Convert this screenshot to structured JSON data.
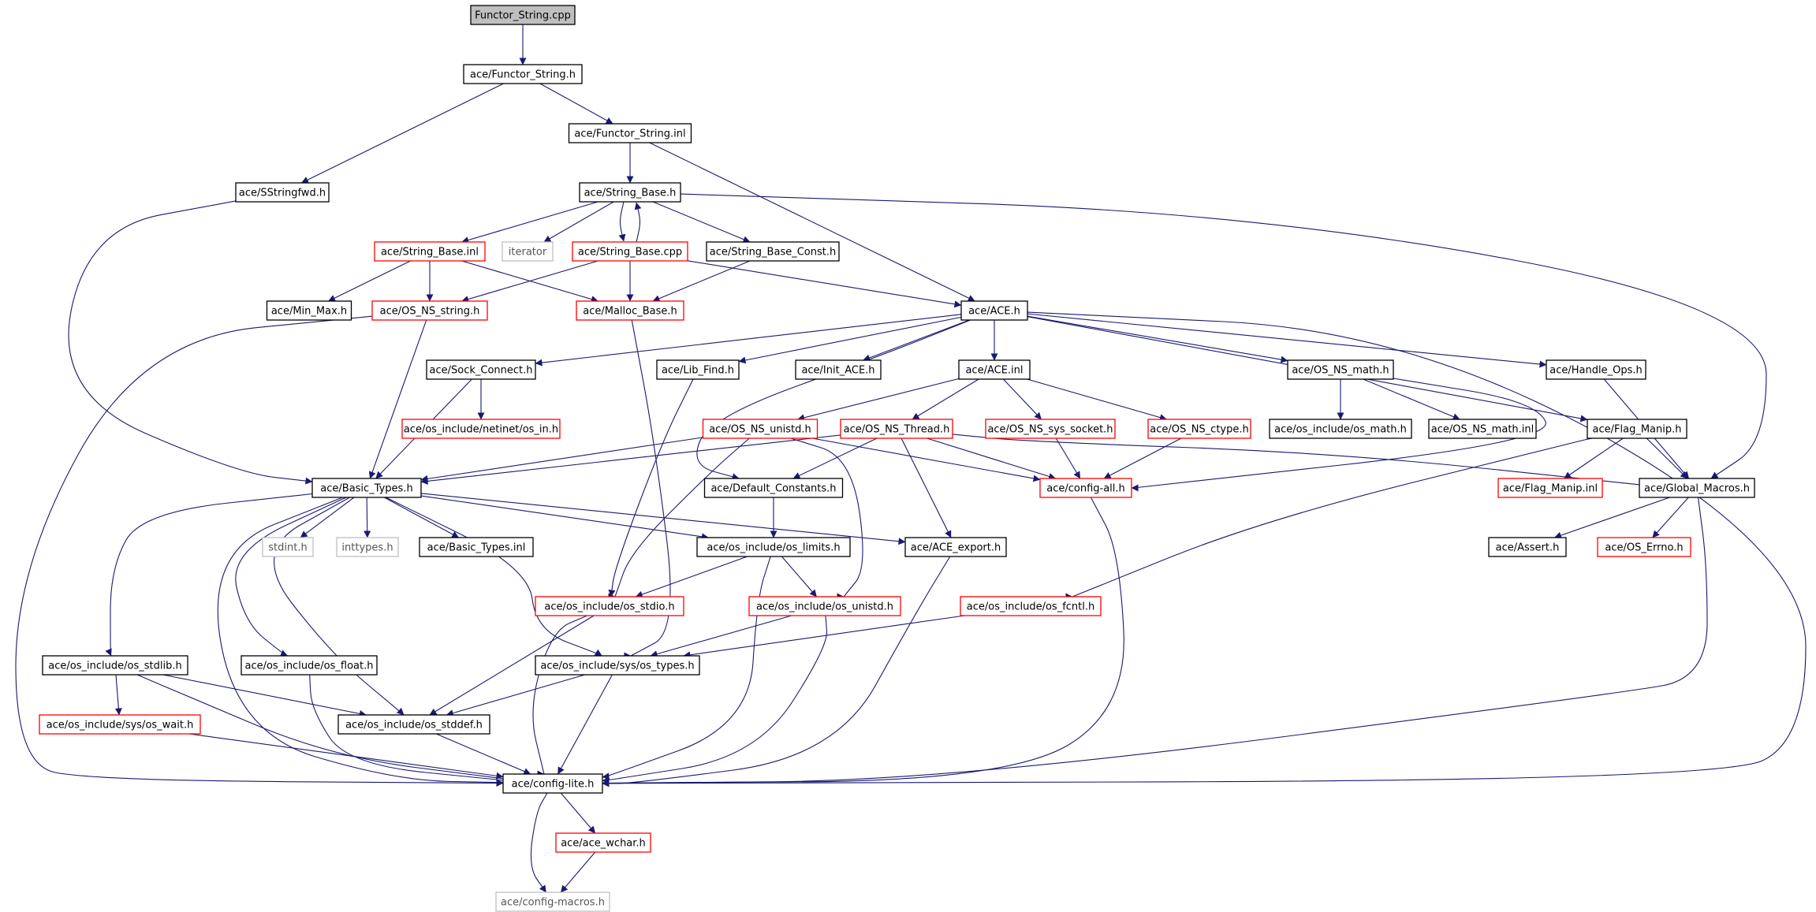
{
  "colors": {
    "edge": "#191970",
    "root_fill": "#bfbfbf",
    "border_normal": "#000000",
    "border_truncated": "#ff0000",
    "border_external": "#bfbfbf"
  },
  "nodes": [
    {
      "id": "n_functor_string_cpp",
      "label": "Functor_String.cpp",
      "kind": "root"
    },
    {
      "id": "n_functor_string_h",
      "label": "ace/Functor_String.h",
      "kind": "normal"
    },
    {
      "id": "n_functor_string_inl",
      "label": "ace/Functor_String.inl",
      "kind": "normal"
    },
    {
      "id": "n_sstringfwd",
      "label": "ace/SStringfwd.h",
      "kind": "normal"
    },
    {
      "id": "n_string_base_h",
      "label": "ace/String_Base.h",
      "kind": "normal"
    },
    {
      "id": "n_string_base_inl",
      "label": "ace/String_Base.inl",
      "kind": "truncated"
    },
    {
      "id": "n_iterator",
      "label": "iterator",
      "kind": "external"
    },
    {
      "id": "n_string_base_cpp",
      "label": "ace/String_Base.cpp",
      "kind": "truncated"
    },
    {
      "id": "n_string_base_const",
      "label": "ace/String_Base_Const.h",
      "kind": "normal"
    },
    {
      "id": "n_min_max",
      "label": "ace/Min_Max.h",
      "kind": "normal"
    },
    {
      "id": "n_os_ns_string",
      "label": "ace/OS_NS_string.h",
      "kind": "truncated"
    },
    {
      "id": "n_malloc_base",
      "label": "ace/Malloc_Base.h",
      "kind": "truncated"
    },
    {
      "id": "n_ace_h",
      "label": "ace/ACE.h",
      "kind": "normal"
    },
    {
      "id": "n_sock_connect",
      "label": "ace/Sock_Connect.h",
      "kind": "normal"
    },
    {
      "id": "n_lib_find",
      "label": "ace/Lib_Find.h",
      "kind": "normal"
    },
    {
      "id": "n_init_ace",
      "label": "ace/Init_ACE.h",
      "kind": "normal"
    },
    {
      "id": "n_ace_inl",
      "label": "ace/ACE.inl",
      "kind": "normal"
    },
    {
      "id": "n_os_ns_math_h",
      "label": "ace/OS_NS_math.h",
      "kind": "normal"
    },
    {
      "id": "n_handle_ops",
      "label": "ace/Handle_Ops.h",
      "kind": "normal"
    },
    {
      "id": "n_os_in",
      "label": "ace/os_include/netinet/os_in.h",
      "kind": "truncated"
    },
    {
      "id": "n_os_ns_unistd",
      "label": "ace/OS_NS_unistd.h",
      "kind": "truncated"
    },
    {
      "id": "n_os_ns_thread",
      "label": "ace/OS_NS_Thread.h",
      "kind": "truncated"
    },
    {
      "id": "n_os_ns_sys_socket",
      "label": "ace/OS_NS_sys_socket.h",
      "kind": "truncated"
    },
    {
      "id": "n_os_ns_ctype",
      "label": "ace/OS_NS_ctype.h",
      "kind": "truncated"
    },
    {
      "id": "n_os_math",
      "label": "ace/os_include/os_math.h",
      "kind": "normal"
    },
    {
      "id": "n_os_ns_math_inl",
      "label": "ace/OS_NS_math.inl",
      "kind": "normal"
    },
    {
      "id": "n_flag_manip_h",
      "label": "ace/Flag_Manip.h",
      "kind": "normal"
    },
    {
      "id": "n_basic_types_h",
      "label": "ace/Basic_Types.h",
      "kind": "normal"
    },
    {
      "id": "n_default_constants",
      "label": "ace/Default_Constants.h",
      "kind": "normal"
    },
    {
      "id": "n_config_all",
      "label": "ace/config-all.h",
      "kind": "truncated"
    },
    {
      "id": "n_flag_manip_inl",
      "label": "ace/Flag_Manip.inl",
      "kind": "truncated"
    },
    {
      "id": "n_global_macros",
      "label": "ace/Global_Macros.h",
      "kind": "normal"
    },
    {
      "id": "n_stdint",
      "label": "stdint.h",
      "kind": "external"
    },
    {
      "id": "n_inttypes",
      "label": "inttypes.h",
      "kind": "external"
    },
    {
      "id": "n_basic_types_inl",
      "label": "ace/Basic_Types.inl",
      "kind": "normal"
    },
    {
      "id": "n_os_limits",
      "label": "ace/os_include/os_limits.h",
      "kind": "normal"
    },
    {
      "id": "n_ace_export",
      "label": "ace/ACE_export.h",
      "kind": "normal"
    },
    {
      "id": "n_assert",
      "label": "ace/Assert.h",
      "kind": "normal"
    },
    {
      "id": "n_os_errno",
      "label": "ace/OS_Errno.h",
      "kind": "truncated"
    },
    {
      "id": "n_os_stdio",
      "label": "ace/os_include/os_stdio.h",
      "kind": "truncated"
    },
    {
      "id": "n_os_unistd",
      "label": "ace/os_include/os_unistd.h",
      "kind": "truncated"
    },
    {
      "id": "n_os_fcntl",
      "label": "ace/os_include/os_fcntl.h",
      "kind": "truncated"
    },
    {
      "id": "n_os_stdlib",
      "label": "ace/os_include/os_stdlib.h",
      "kind": "normal"
    },
    {
      "id": "n_os_float",
      "label": "ace/os_include/os_float.h",
      "kind": "normal"
    },
    {
      "id": "n_os_types",
      "label": "ace/os_include/sys/os_types.h",
      "kind": "normal"
    },
    {
      "id": "n_os_wait",
      "label": "ace/os_include/sys/os_wait.h",
      "kind": "truncated"
    },
    {
      "id": "n_os_stddef",
      "label": "ace/os_include/os_stddef.h",
      "kind": "normal"
    },
    {
      "id": "n_config_lite",
      "label": "ace/config-lite.h",
      "kind": "normal"
    },
    {
      "id": "n_ace_wchar",
      "label": "ace/ace_wchar.h",
      "kind": "truncated"
    },
    {
      "id": "n_config_macros",
      "label": "ace/config-macros.h",
      "kind": "external"
    }
  ],
  "edges": [
    [
      "n_functor_string_cpp",
      "n_functor_string_h"
    ],
    [
      "n_functor_string_h",
      "n_sstringfwd"
    ],
    [
      "n_functor_string_h",
      "n_functor_string_inl"
    ],
    [
      "n_functor_string_inl",
      "n_string_base_h"
    ],
    [
      "n_functor_string_inl",
      "n_ace_h"
    ],
    [
      "n_sstringfwd",
      "n_basic_types_h"
    ],
    [
      "n_string_base_h",
      "n_string_base_inl"
    ],
    [
      "n_string_base_h",
      "n_iterator"
    ],
    [
      "n_string_base_h",
      "n_string_base_cpp"
    ],
    [
      "n_string_base_cpp",
      "n_string_base_h"
    ],
    [
      "n_string_base_h",
      "n_string_base_const"
    ],
    [
      "n_string_base_h",
      "n_global_macros"
    ],
    [
      "n_string_base_inl",
      "n_min_max"
    ],
    [
      "n_string_base_inl",
      "n_os_ns_string"
    ],
    [
      "n_string_base_inl",
      "n_malloc_base"
    ],
    [
      "n_string_base_cpp",
      "n_os_ns_string"
    ],
    [
      "n_string_base_cpp",
      "n_malloc_base"
    ],
    [
      "n_string_base_cpp",
      "n_ace_h"
    ],
    [
      "n_string_base_const",
      "n_malloc_base"
    ],
    [
      "n_os_ns_string",
      "n_basic_types_h"
    ],
    [
      "n_os_ns_string",
      "n_config_lite"
    ],
    [
      "n_malloc_base",
      "n_os_types"
    ],
    [
      "n_ace_h",
      "n_sock_connect"
    ],
    [
      "n_ace_h",
      "n_lib_find"
    ],
    [
      "n_ace_h",
      "n_init_ace"
    ],
    [
      "n_ace_h",
      "n_ace_inl"
    ],
    [
      "n_ace_h",
      "n_os_ns_math_h"
    ],
    [
      "n_ace_h",
      "n_handle_ops"
    ],
    [
      "n_ace_h",
      "n_flag_manip_h"
    ],
    [
      "n_ace_h",
      "n_default_constants"
    ],
    [
      "n_ace_h",
      "n_config_lite"
    ],
    [
      "n_sock_connect",
      "n_os_in"
    ],
    [
      "n_sock_connect",
      "n_basic_types_h"
    ],
    [
      "n_lib_find",
      "n_os_stdio"
    ],
    [
      "n_ace_inl",
      "n_os_ns_unistd"
    ],
    [
      "n_ace_inl",
      "n_os_ns_thread"
    ],
    [
      "n_ace_inl",
      "n_os_ns_sys_socket"
    ],
    [
      "n_ace_inl",
      "n_os_ns_ctype"
    ],
    [
      "n_os_ns_math_h",
      "n_os_math"
    ],
    [
      "n_os_ns_math_h",
      "n_os_ns_math_inl"
    ],
    [
      "n_os_ns_math_h",
      "n_config_all"
    ],
    [
      "n_handle_ops",
      "n_global_macros"
    ],
    [
      "n_os_ns_unistd",
      "n_basic_types_h"
    ],
    [
      "n_os_ns_unistd",
      "n_config_all"
    ],
    [
      "n_os_ns_unistd",
      "n_os_stdio"
    ],
    [
      "n_os_ns_unistd",
      "n_os_unistd"
    ],
    [
      "n_os_ns_thread",
      "n_basic_types_h"
    ],
    [
      "n_os_ns_thread",
      "n_default_constants"
    ],
    [
      "n_os_ns_thread",
      "n_config_all"
    ],
    [
      "n_os_ns_thread",
      "n_global_macros"
    ],
    [
      "n_os_ns_thread",
      "n_ace_export"
    ],
    [
      "n_os_ns_sys_socket",
      "n_config_all"
    ],
    [
      "n_os_ns_ctype",
      "n_config_all"
    ],
    [
      "n_flag_manip_h",
      "n_flag_manip_inl"
    ],
    [
      "n_flag_manip_h",
      "n_global_macros"
    ],
    [
      "n_flag_manip_h",
      "n_os_fcntl"
    ],
    [
      "n_basic_types_h",
      "n_stdint"
    ],
    [
      "n_basic_types_h",
      "n_inttypes"
    ],
    [
      "n_basic_types_h",
      "n_basic_types_inl"
    ],
    [
      "n_basic_types_h",
      "n_os_limits"
    ],
    [
      "n_basic_types_h",
      "n_ace_export"
    ],
    [
      "n_basic_types_h",
      "n_os_stdlib"
    ],
    [
      "n_basic_types_h",
      "n_os_float"
    ],
    [
      "n_basic_types_h",
      "n_os_stddef"
    ],
    [
      "n_basic_types_h",
      "n_os_types"
    ],
    [
      "n_basic_types_h",
      "n_config_lite"
    ],
    [
      "n_default_constants",
      "n_os_limits"
    ],
    [
      "n_config_all",
      "n_config_lite"
    ],
    [
      "n_global_macros",
      "n_assert"
    ],
    [
      "n_global_macros",
      "n_os_errno"
    ],
    [
      "n_global_macros",
      "n_config_lite"
    ],
    [
      "n_os_limits",
      "n_os_stdio"
    ],
    [
      "n_os_limits",
      "n_os_unistd"
    ],
    [
      "n_os_limits",
      "n_config_lite"
    ],
    [
      "n_ace_export",
      "n_config_lite"
    ],
    [
      "n_os_stdio",
      "n_os_stddef"
    ],
    [
      "n_os_stdio",
      "n_config_lite"
    ],
    [
      "n_os_unistd",
      "n_os_types"
    ],
    [
      "n_os_unistd",
      "n_config_lite"
    ],
    [
      "n_os_fcntl",
      "n_os_types"
    ],
    [
      "n_os_stdlib",
      "n_os_wait"
    ],
    [
      "n_os_stdlib",
      "n_os_stddef"
    ],
    [
      "n_os_stdlib",
      "n_config_lite"
    ],
    [
      "n_os_float",
      "n_config_lite"
    ],
    [
      "n_os_types",
      "n_os_stddef"
    ],
    [
      "n_os_types",
      "n_config_lite"
    ],
    [
      "n_os_wait",
      "n_config_lite"
    ],
    [
      "n_os_stddef",
      "n_config_lite"
    ],
    [
      "n_config_lite",
      "n_ace_wchar"
    ],
    [
      "n_config_lite",
      "n_config_macros"
    ],
    [
      "n_ace_wchar",
      "n_config_macros"
    ]
  ]
}
